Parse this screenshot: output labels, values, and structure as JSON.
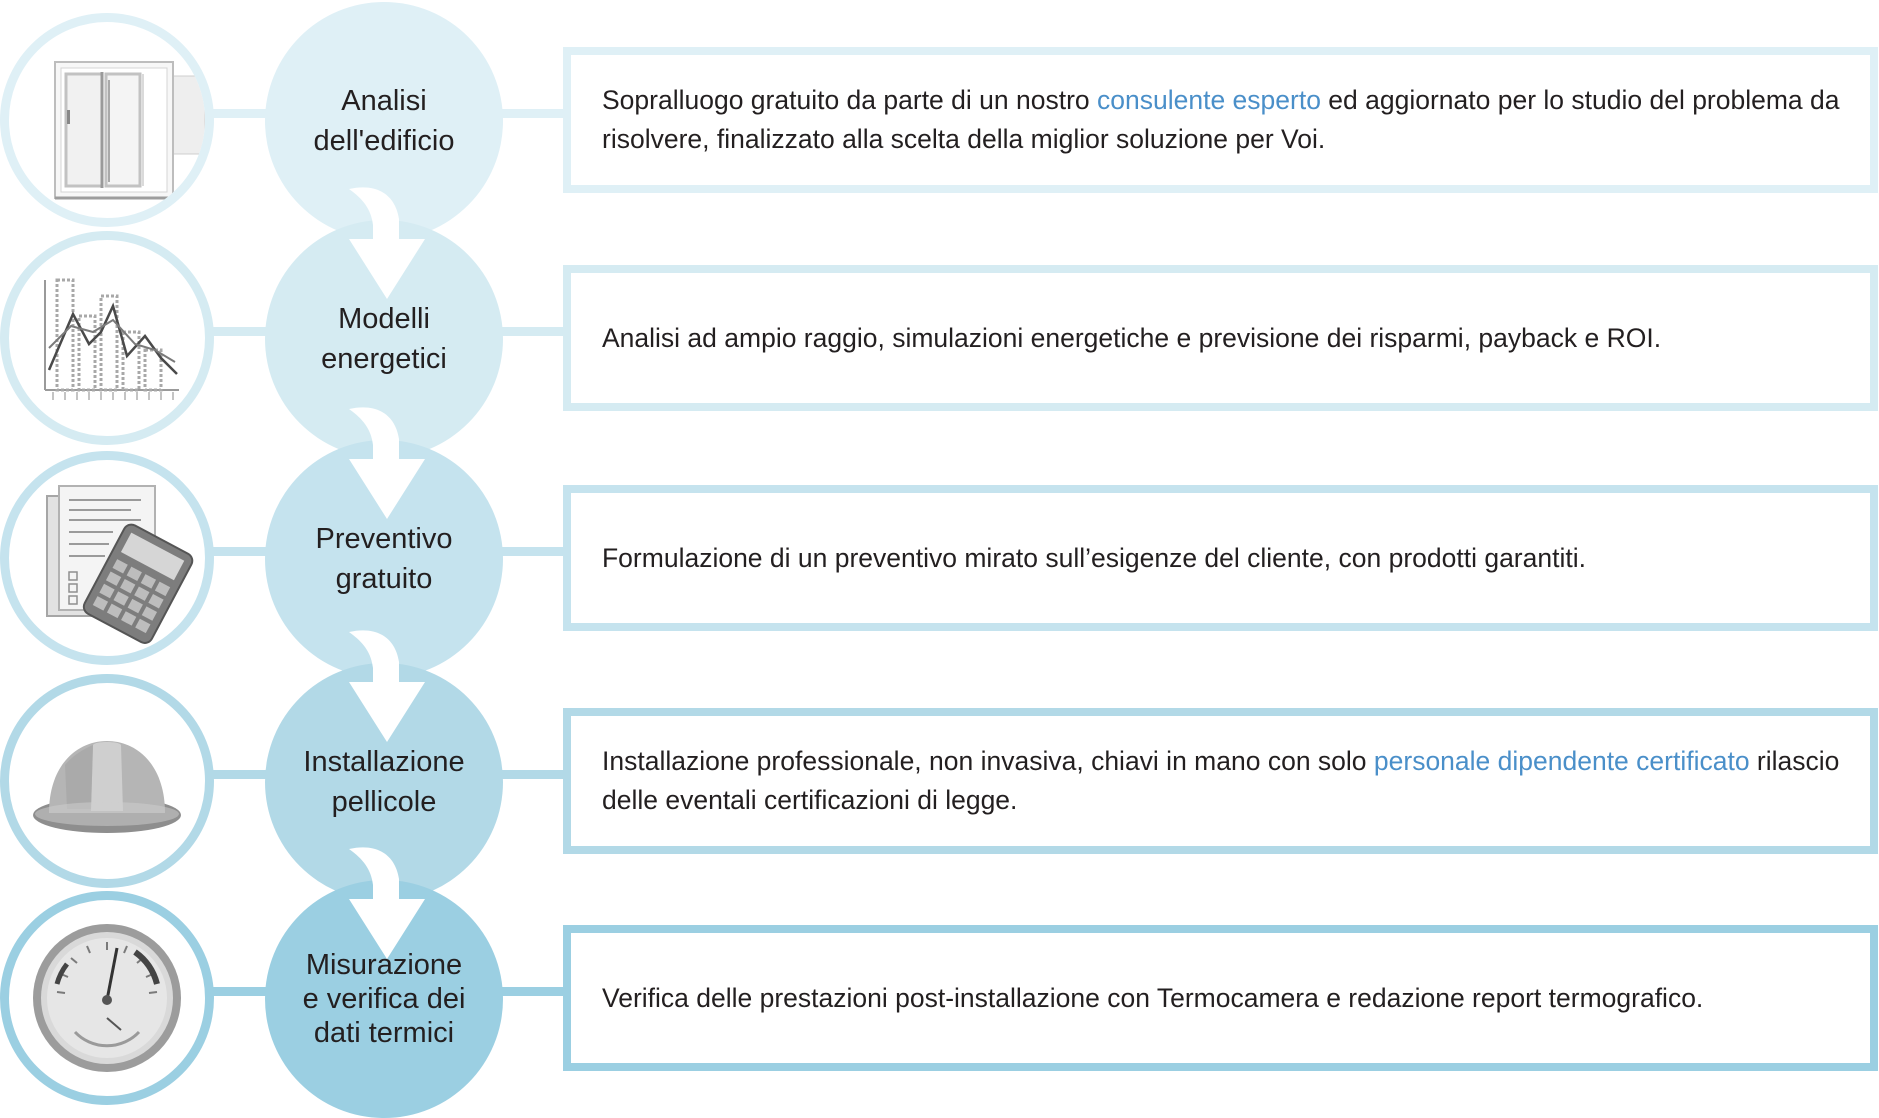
{
  "colors": {
    "step_colors": [
      "#dff0f6",
      "#d5ebf2",
      "#c5e3ee",
      "#b2d9e7",
      "#9bcfe2"
    ],
    "text": "#231f20",
    "link": "#4a8fc9"
  },
  "steps": [
    {
      "icon": "window-icon",
      "title": "Analisi\ndell'edificio",
      "description": {
        "before": "Sopralluogo gratuito da parte di un nostro ",
        "link": "consulente esperto",
        "after": " ed aggiornato per lo studio del problema da risolvere, finalizzato alla scelta della miglior soluzione per Voi."
      }
    },
    {
      "icon": "chart-icon",
      "title": "Modelli\nenergetici",
      "description": {
        "before": "Analisi ad ampio raggio, simulazioni energetiche e previsione dei risparmi, payback e ROI.",
        "link": "",
        "after": ""
      }
    },
    {
      "icon": "calculator-icon",
      "title": "Preventivo\ngratuito",
      "description": {
        "before": "Formulazione di un preventivo mirato sull’esigenze del cliente, con prodotti garantiti.",
        "link": "",
        "after": ""
      }
    },
    {
      "icon": "hard-hat-icon",
      "title": "Installazione\npellicole",
      "description": {
        "before": "Installazione professionale, non invasiva, chiavi in mano con solo ",
        "link": "personale dipendente certificato",
        "after": " rilascio delle eventali certificazioni di legge."
      }
    },
    {
      "icon": "gauge-icon",
      "title": "Misurazione\ne verifica dei\ndati termici",
      "description": {
        "before": "Verifica delle prestazioni post-installazione con Termocamera e redazione report termografico.",
        "link": "",
        "after": ""
      }
    }
  ]
}
